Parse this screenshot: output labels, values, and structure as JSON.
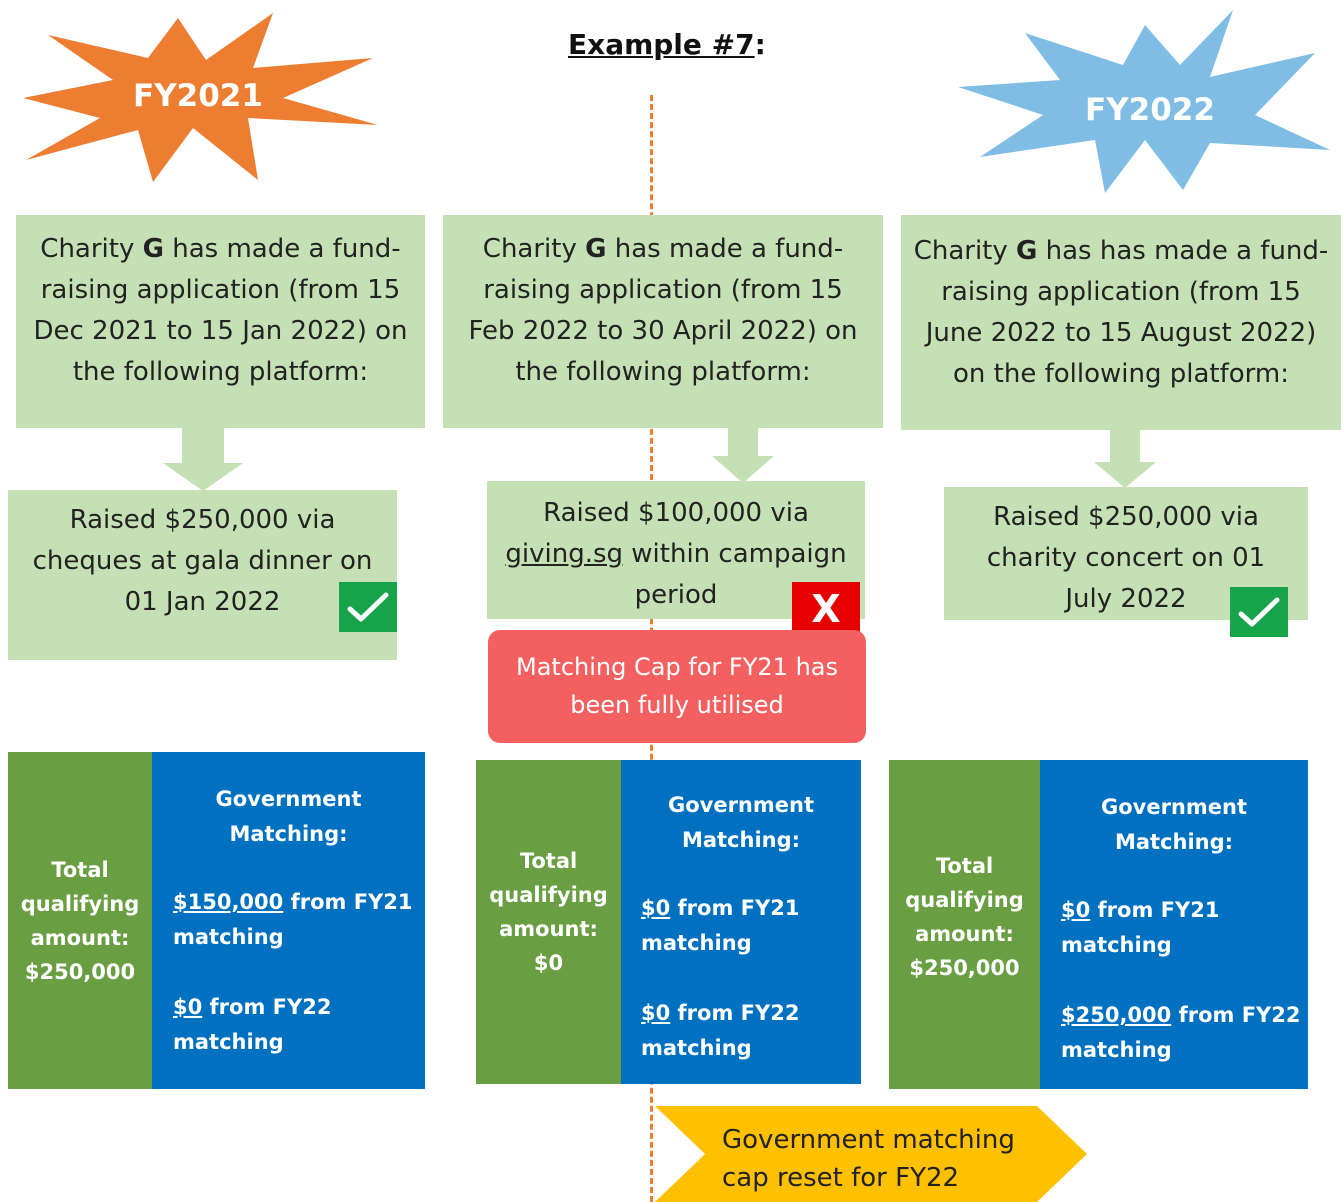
{
  "title": {
    "prefix": "Example #7",
    "suffix": ":"
  },
  "bursts": [
    {
      "label": "FY2021",
      "color": "#ed7d31"
    },
    {
      "label": "FY2022",
      "color": "#7fbde4"
    }
  ],
  "columns": [
    {
      "application": {
        "pre": "Charity ",
        "charity": "G",
        "mid": " has made a fund-",
        "line2": "raising application (from 15",
        "line3": "Dec 2021 to 15 Jan 2022) on",
        "line4": "the following platform:"
      },
      "result": {
        "line1": "Raised $250,000 via",
        "line2": "cheques at gala dinner on",
        "line3": "01 Jan 2022"
      },
      "status_icon": "check-icon",
      "total": {
        "line1": "Total",
        "line2": "qualifying",
        "line3": "amount:",
        "line4": "$250,000"
      },
      "gov": {
        "head1": "Government",
        "head2": "Matching:",
        "fy21_amount": "$150,000",
        "fy21_text": " from FY21",
        "fy21_tail": "matching",
        "fy22_amount": "$0",
        "fy22_text": " from FY22",
        "fy22_tail": "matching"
      }
    },
    {
      "application": {
        "pre": "Charity ",
        "charity": "G",
        "mid": " has made a fund-",
        "line2": "raising application (from 15",
        "line3": "Feb 2022 to 30 April 2022) on",
        "line4": "the following platform:"
      },
      "result": {
        "line1": "Raised $100,000 via",
        "link": "giving.sg",
        "line2_rest": " within campaign",
        "line3": "period"
      },
      "status_icon": "x-icon",
      "status_mark": "X",
      "warning": {
        "line1": "Matching Cap for FY21 has",
        "line2": "been fully utilised"
      },
      "total": {
        "line1": "Total",
        "line2": "qualifying",
        "line3": "amount:",
        "line4": "$0"
      },
      "gov": {
        "head1": "Government",
        "head2": "Matching:",
        "fy21_amount": "$0",
        "fy21_text": " from FY21",
        "fy21_tail": "matching",
        "fy22_amount": "$0",
        "fy22_text": " from FY22",
        "fy22_tail": "matching"
      }
    },
    {
      "application": {
        "pre": "Charity ",
        "charity": "G",
        "mid": " has has made a fund-",
        "line2": "raising application (from 15",
        "line3": "June 2022 to 15 August 2022)",
        "line4": "on the following platform:"
      },
      "result": {
        "line1": "Raised $250,000 via",
        "line2": "charity concert on 01",
        "line3": "July 2022"
      },
      "status_icon": "check-icon",
      "total": {
        "line1": "Total",
        "line2": "qualifying",
        "line3": "amount:",
        "line4": "$250,000"
      },
      "gov": {
        "head1": "Government",
        "head2": "Matching:",
        "fy21_amount": "$0",
        "fy21_text": " from FY21",
        "fy21_tail": "matching",
        "fy22_amount": "$250,000",
        "fy22_text": " from FY22",
        "fy22_tail": "matching"
      }
    }
  ],
  "reset_banner": {
    "line1": "Government matching",
    "line2": "cap reset for FY22"
  },
  "colors": {
    "box_green": "#c5e0b4",
    "dark_green": "#6a9e43",
    "blue": "#0070c0",
    "warning_red": "#f46060",
    "banner_yellow": "#ffc000",
    "divider_orange": "#ed7d31"
  }
}
